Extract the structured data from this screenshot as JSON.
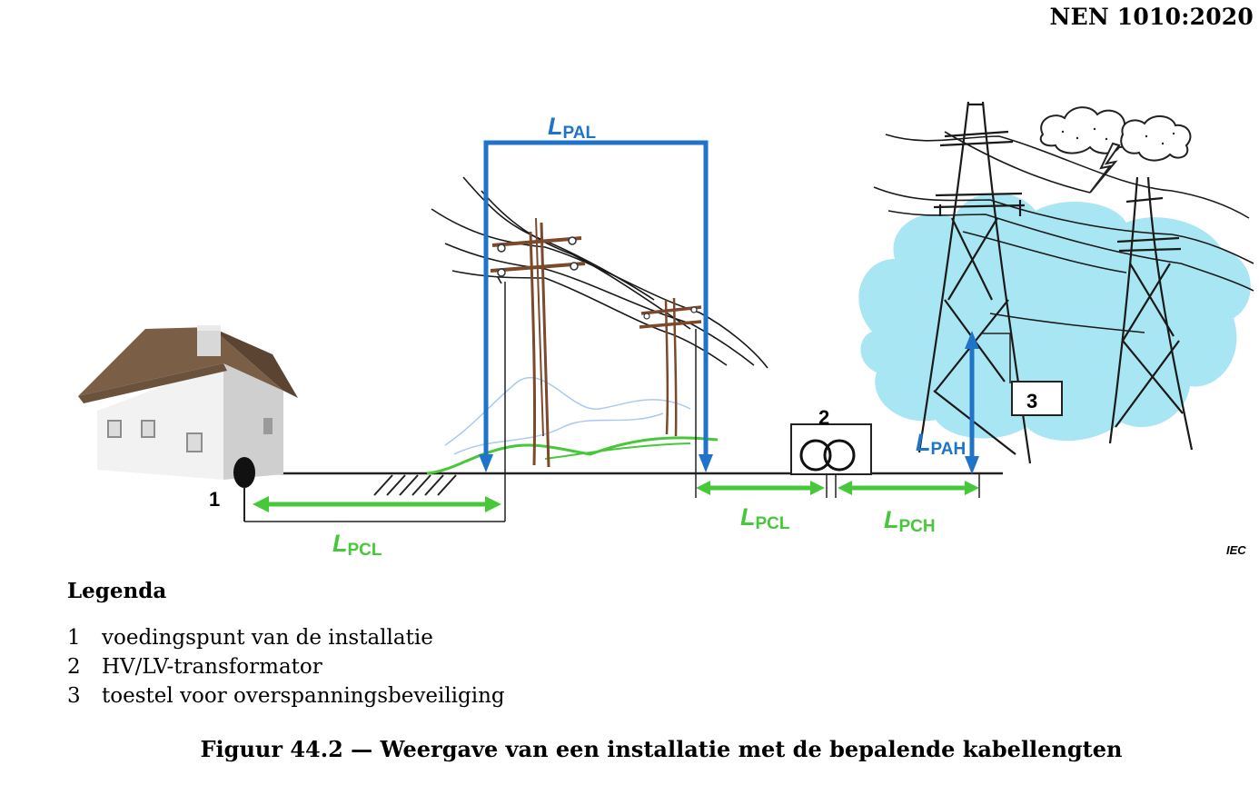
{
  "header": {
    "standard_code": "NEN 1010:2020"
  },
  "diagram": {
    "labels": {
      "pal_main": "L",
      "pal_sub": "PAL",
      "pah_main": "L",
      "pah_sub": "PAH",
      "pcl_left_main": "L",
      "pcl_left_sub": "PCL",
      "pcl_right_main": "L",
      "pcl_right_sub": "PCL",
      "pch_main": "L",
      "pch_sub": "PCH",
      "point1": "1",
      "point2": "2",
      "point3": "3"
    },
    "credit": "IEC",
    "colors": {
      "aerial": "#1f73c8",
      "cable": "#47c83a",
      "cloud": "#a9e6f3",
      "house_roof": "#7a5e46",
      "pole": "#7b4a2d"
    }
  },
  "legend": {
    "title": "Legenda",
    "items": [
      {
        "num": "1",
        "text": "voedingspunt van de installatie"
      },
      {
        "num": "2",
        "text": "HV/LV-transformator"
      },
      {
        "num": "3",
        "text": "toestel voor overspanningsbeveiliging"
      }
    ]
  },
  "caption": "Figuur 44.2 — Weergave van een installatie met de bepalende kabellengten"
}
